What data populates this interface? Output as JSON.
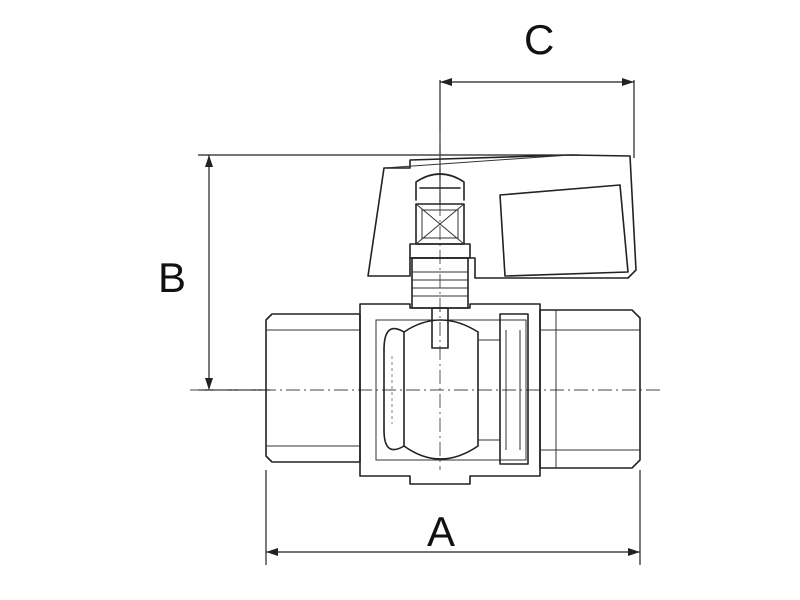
{
  "dimensions": {
    "a": "A",
    "b": "B",
    "c": "C"
  },
  "colors": {
    "line": "#222222",
    "background": "#ffffff"
  }
}
